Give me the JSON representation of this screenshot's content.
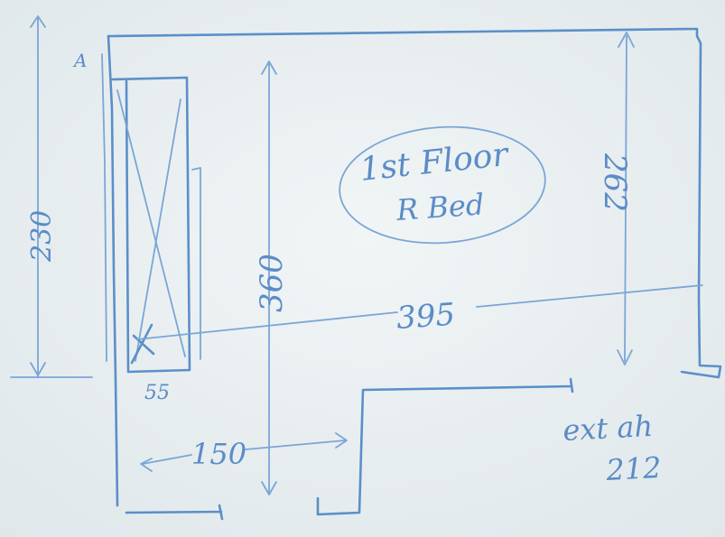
{
  "room_label": {
    "line1": "1st Floor",
    "line2": "R Bed"
  },
  "dimensions": {
    "left_height": "230",
    "wardrobe_depth": "55",
    "inner_height": "360",
    "room_width": "395",
    "right_height": "262",
    "door_offset": "150",
    "window_note_line1": "ext ah",
    "window_note_line2": "212"
  },
  "corner_mark": "A",
  "colors": {
    "ink": "#5b8fc9",
    "paper": "#e8eef0"
  }
}
